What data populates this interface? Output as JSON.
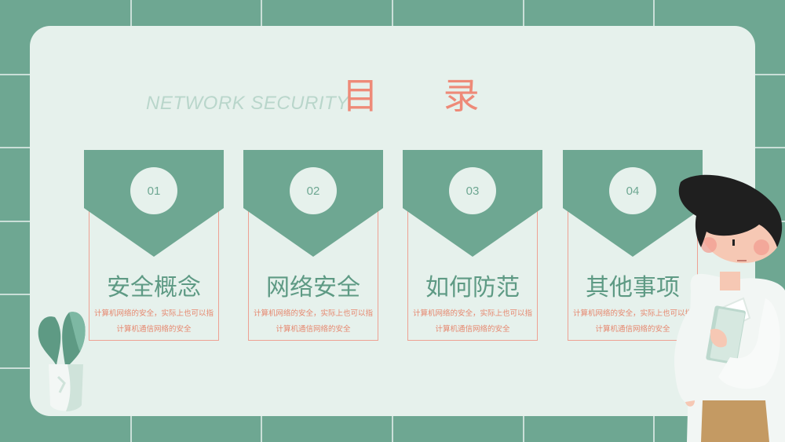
{
  "subtitle": "NETWORK SECURITY",
  "title": "目 录",
  "items": [
    {
      "num": "01",
      "heading": "安全概念",
      "desc": "计算机网络的安全，实际上也可以指计算机通信网络的安全"
    },
    {
      "num": "02",
      "heading": "网络安全",
      "desc": "计算机网络的安全，实际上也可以指计算机通信网络的安全"
    },
    {
      "num": "03",
      "heading": "如何防范",
      "desc": "计算机网络的安全，实际上也可以指计算机通信网络的安全"
    },
    {
      "num": "04",
      "heading": "其他事项",
      "desc": "计算机网络的安全，实际上也可以指计算机通信网络的安全"
    }
  ],
  "colors": {
    "accent": "#6ea792",
    "title": "#ee8a78",
    "panel": "#e6f1ec",
    "border": "#eea193"
  }
}
